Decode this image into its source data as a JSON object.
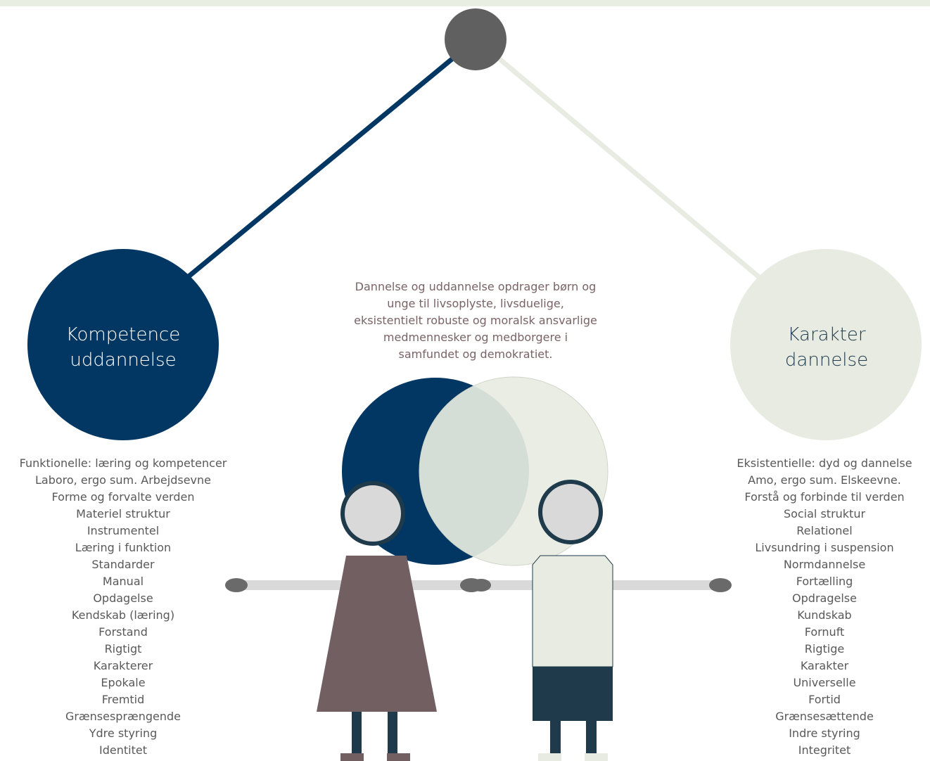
{
  "left_circle": {
    "line1": "Kompetence",
    "line2": "uddannelse",
    "color": "#033763"
  },
  "right_circle": {
    "line1": "Karakter",
    "line2": "dannelse",
    "color": "#e7ebe1"
  },
  "center_text": "Dannelse og uddannelse opdrager børn og unge til livsoplyste, livsduelige, eksistentielt robuste og moralsk ansvarlige medmennesker og medborgere i samfundet og demokratiet.",
  "left_list": [
    "Funktionelle: læring og kompetencer",
    "Laboro, ergo sum. Arbejdsevne",
    "Forme og forvalte verden",
    "Materiel struktur",
    "Instrumentel",
    "Læring i funktion",
    "Standarder",
    "Manual",
    "Opdagelse",
    "Kendskab (læring)",
    "Forstand",
    "Rigtigt",
    "Karakterer",
    "Epokale",
    "Fremtid",
    "Grænsesprængende",
    "Ydre styring",
    "Identitet"
  ],
  "right_list": [
    "Eksistentielle: dyd og dannelse",
    "Amo, ergo sum. Elskeevne.",
    "Forstå og forbinde til verden",
    "Social struktur",
    "Relationel",
    "Livsundring i suspension",
    "Normdannelse",
    "Fortælling",
    "Opdragelse",
    "Kundskab",
    "Fornuft",
    "Rigtige",
    "Karakter",
    "Universelle",
    "Fortid",
    "Grænsesættende",
    "Indre styring",
    "Integritet"
  ],
  "colors": {
    "navy": "#033763",
    "pale_green": "#e7ebe1",
    "top_node": "#606060",
    "mauve": "#725f62",
    "dark_teal": "#1e3a4b",
    "face": "#d9d9d9",
    "arm": "#d9d9d9"
  }
}
